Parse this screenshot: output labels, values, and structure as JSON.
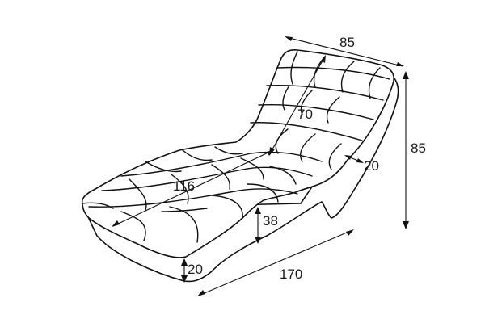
{
  "diagram": {
    "subject": "chaise-lounge-dimension-drawing",
    "line_color": "#111111",
    "background": "#ffffff",
    "dimensions": {
      "top_width": "85",
      "back_length": "70",
      "total_height": "85",
      "armrest_thickness": "20",
      "seat_length": "116",
      "seat_height": "38",
      "base_thickness": "20",
      "total_length": "170"
    }
  }
}
